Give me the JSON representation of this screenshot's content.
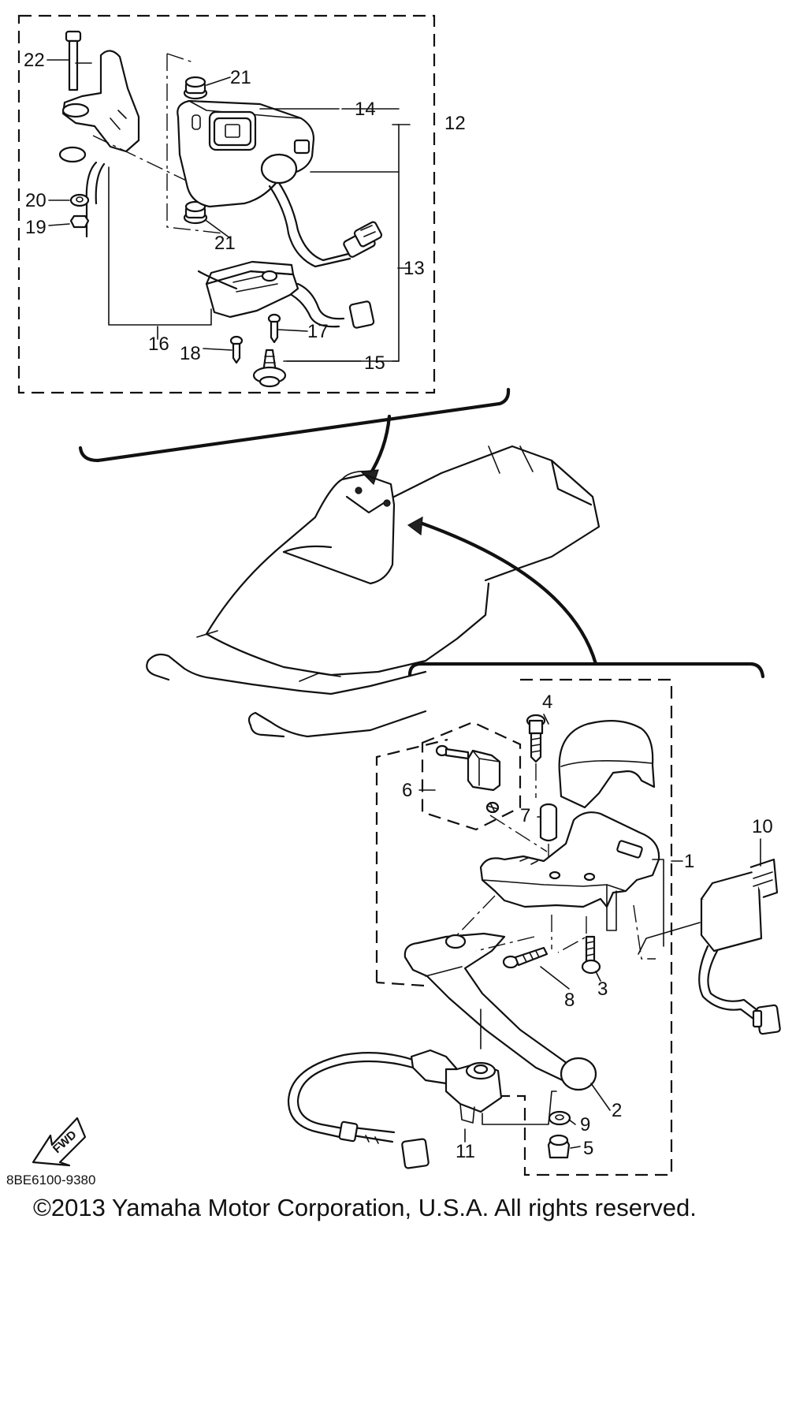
{
  "diagram": {
    "part_numbers": {
      "p1": "1",
      "p2": "2",
      "p3": "3",
      "p4": "4",
      "p5": "5",
      "p6": "6",
      "p7": "7",
      "p8": "8",
      "p9": "9",
      "p10": "10",
      "p11": "11",
      "p12": "12",
      "p13": "13",
      "p14": "14",
      "p15": "15",
      "p16": "16",
      "p17": "17",
      "p18": "18",
      "p19": "19",
      "p20": "20",
      "p21a": "21",
      "p21b": "21",
      "p22": "22"
    },
    "forward_label": "FWD",
    "diagram_code": "8BE6100-9380",
    "copyright": "©2013 Yamaha Motor Corporation, U.S.A. All rights reserved."
  }
}
